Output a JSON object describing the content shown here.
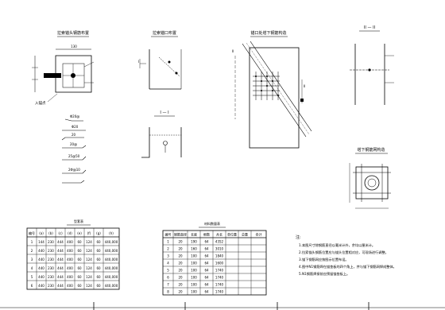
{
  "titles": {
    "anchor_detail": "拉索锚头钢筋布置",
    "cable_exit": "拉索锚口布置",
    "tower_anchor": "锚口处塔下钢筋构造",
    "section_1": "I — I",
    "section_2": "II — II",
    "mesh": "塔下钢筋网构造"
  },
  "small_labels": {
    "dim_130": "130",
    "entry": "入锚点",
    "mark_1": "I",
    "mark_2": "II"
  },
  "bending_shapes": {
    "rows": [
      {
        "id": "N1",
        "label": "Φ20@"
      },
      {
        "id": "N2",
        "label": "Φ20"
      },
      {
        "id": "N3",
        "label": "20"
      },
      {
        "id": "N4",
        "label": "20@"
      },
      {
        "id": "N5",
        "label": "25@50"
      },
      {
        "id": "N6",
        "label": "2Φ@10"
      }
    ]
  },
  "table1": {
    "title": "型套表",
    "headers": [
      "编号",
      "(a)",
      "(b)",
      "(c)",
      "(d)",
      "(e)",
      "(f)",
      "(g)",
      "(h)"
    ],
    "rows": [
      [
        "1",
        "144",
        "230",
        "444",
        "400",
        "60",
        "124",
        "60",
        "440,000"
      ],
      [
        "2",
        "440",
        "230",
        "444",
        "400",
        "60",
        "124",
        "60",
        "440,000"
      ],
      [
        "3",
        "440",
        "230",
        "444",
        "400",
        "60",
        "124",
        "60",
        "440,000"
      ],
      [
        "4",
        "440",
        "230",
        "444",
        "400",
        "60",
        "124",
        "60",
        "440,000"
      ],
      [
        "5",
        "440",
        "230",
        "444",
        "400",
        "60",
        "124",
        "60",
        "440,000"
      ],
      [
        "6",
        "440",
        "230",
        "444",
        "400",
        "60",
        "124",
        "60",
        "440,000"
      ]
    ]
  },
  "table2": {
    "title": "材料数量表",
    "headers": [
      "编号",
      "钢筋直径",
      "长度",
      "根数",
      "共长",
      "单位重",
      "总重",
      "合计"
    ],
    "rows": [
      [
        "1",
        "20",
        "190",
        "64",
        "4352",
        "",
        "",
        ""
      ],
      [
        "2",
        "20",
        "160",
        "64",
        "3010",
        "",
        "",
        ""
      ],
      [
        "3",
        "20",
        "100",
        "64",
        "1840",
        "",
        "",
        ""
      ],
      [
        "4",
        "20",
        "100",
        "64",
        "1600",
        "",
        "",
        ""
      ],
      [
        "5",
        "20",
        "100",
        "64",
        "1740",
        "",
        "",
        ""
      ],
      [
        "6",
        "20",
        "100",
        "64",
        "1740",
        "",
        "",
        ""
      ],
      [
        "7",
        "20",
        "100",
        "64",
        "1740",
        "",
        "",
        ""
      ],
      [
        "8",
        "20",
        "100",
        "64",
        "1740",
        "",
        "",
        ""
      ]
    ]
  },
  "notes": {
    "heading": "注:",
    "items": [
      "1.本图尺寸除钢筋直径以毫米计外，余均以厘米计。",
      "2.拉索锚头钢筋位置应与锚头位置相对应，可现场进行调整。",
      "3.锚下钢筋网应按图示位置布设。",
      "4.图中N1钢筋焊在锚垫板的四个角上，并与锚下钢筋网焊成整体。",
      "5.N1钢筋焊接前应预留锚垫板上。"
    ]
  }
}
